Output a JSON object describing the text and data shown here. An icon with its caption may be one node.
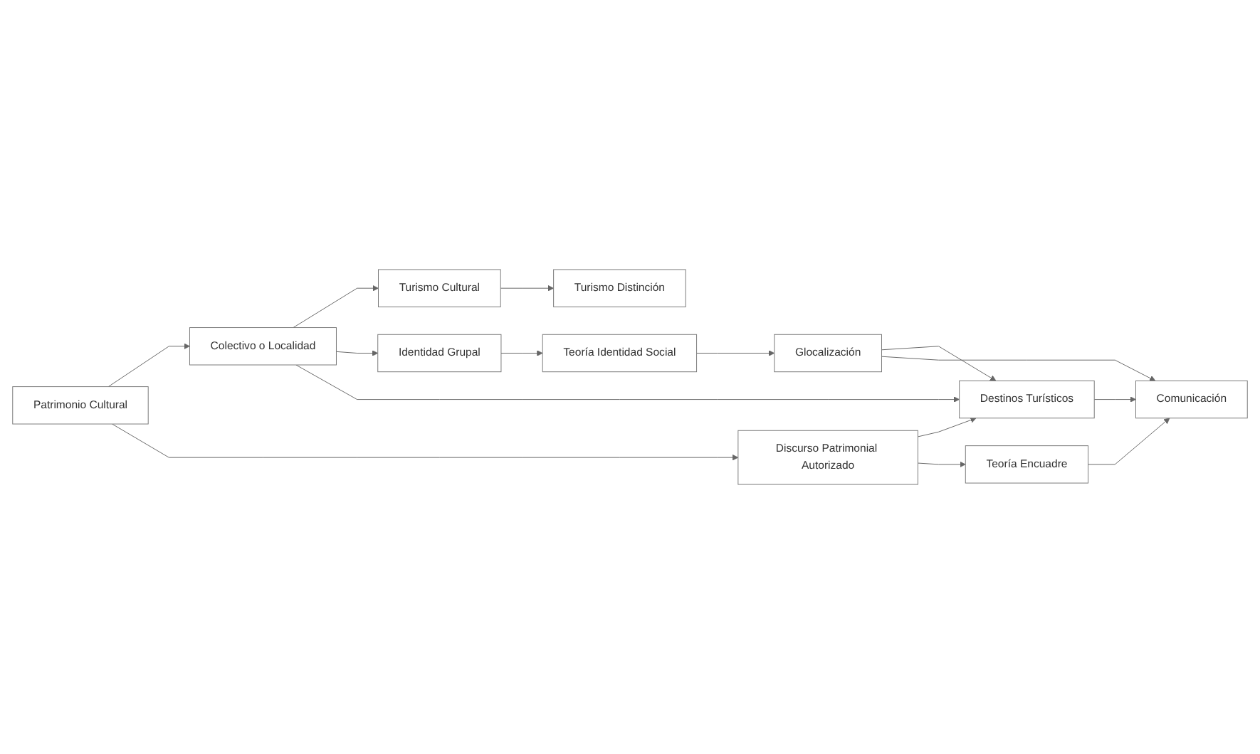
{
  "diagram": {
    "nodes": [
      {
        "text": [
          "Patrimonio Cultural"
        ]
      },
      {
        "text": [
          "Colectivo o Localidad"
        ]
      },
      {
        "text": [
          "Turismo Cultural"
        ]
      },
      {
        "text": [
          "Turismo Distinción"
        ]
      },
      {
        "text": [
          "Identidad Grupal"
        ]
      },
      {
        "text": [
          "Teoría Identidad Social"
        ]
      },
      {
        "text": [
          "Discurso Patrimonial Autorizado"
        ]
      },
      {
        "text": [
          "Destinos Turísticos"
        ]
      },
      {
        "text": [
          "Glocalización"
        ]
      },
      {
        "text": [
          "Teoría Encuadre"
        ]
      },
      {
        "text": [
          "Comunicación"
        ]
      }
    ],
    "edges": [
      {
        "from": 0,
        "to": 1,
        "arrow": "to"
      },
      {
        "from": 1,
        "to": 2,
        "arrow": "to"
      },
      {
        "from": 2,
        "to": 3,
        "arrow": "to"
      },
      {
        "from": 1,
        "to": 4,
        "arrow": "to"
      },
      {
        "from": 4,
        "to": 5,
        "arrow": "to"
      },
      {
        "from": 0,
        "to": 6,
        "arrow": "to"
      },
      {
        "from": 1,
        "to": 7,
        "arrow": "to"
      },
      {
        "from": 6,
        "to": 7,
        "arrow": "to"
      },
      {
        "from": 5,
        "to": 8,
        "arrow": "to"
      },
      {
        "from": 8,
        "to": 7,
        "arrow": "to"
      },
      {
        "from": 6,
        "to": 9,
        "arrow": "to"
      },
      {
        "from": 7,
        "to": 10,
        "arrow": "to"
      },
      {
        "from": 8,
        "to": 10,
        "arrow": "to"
      },
      {
        "from": 9,
        "to": 10,
        "arrow": "to"
      }
    ]
  }
}
